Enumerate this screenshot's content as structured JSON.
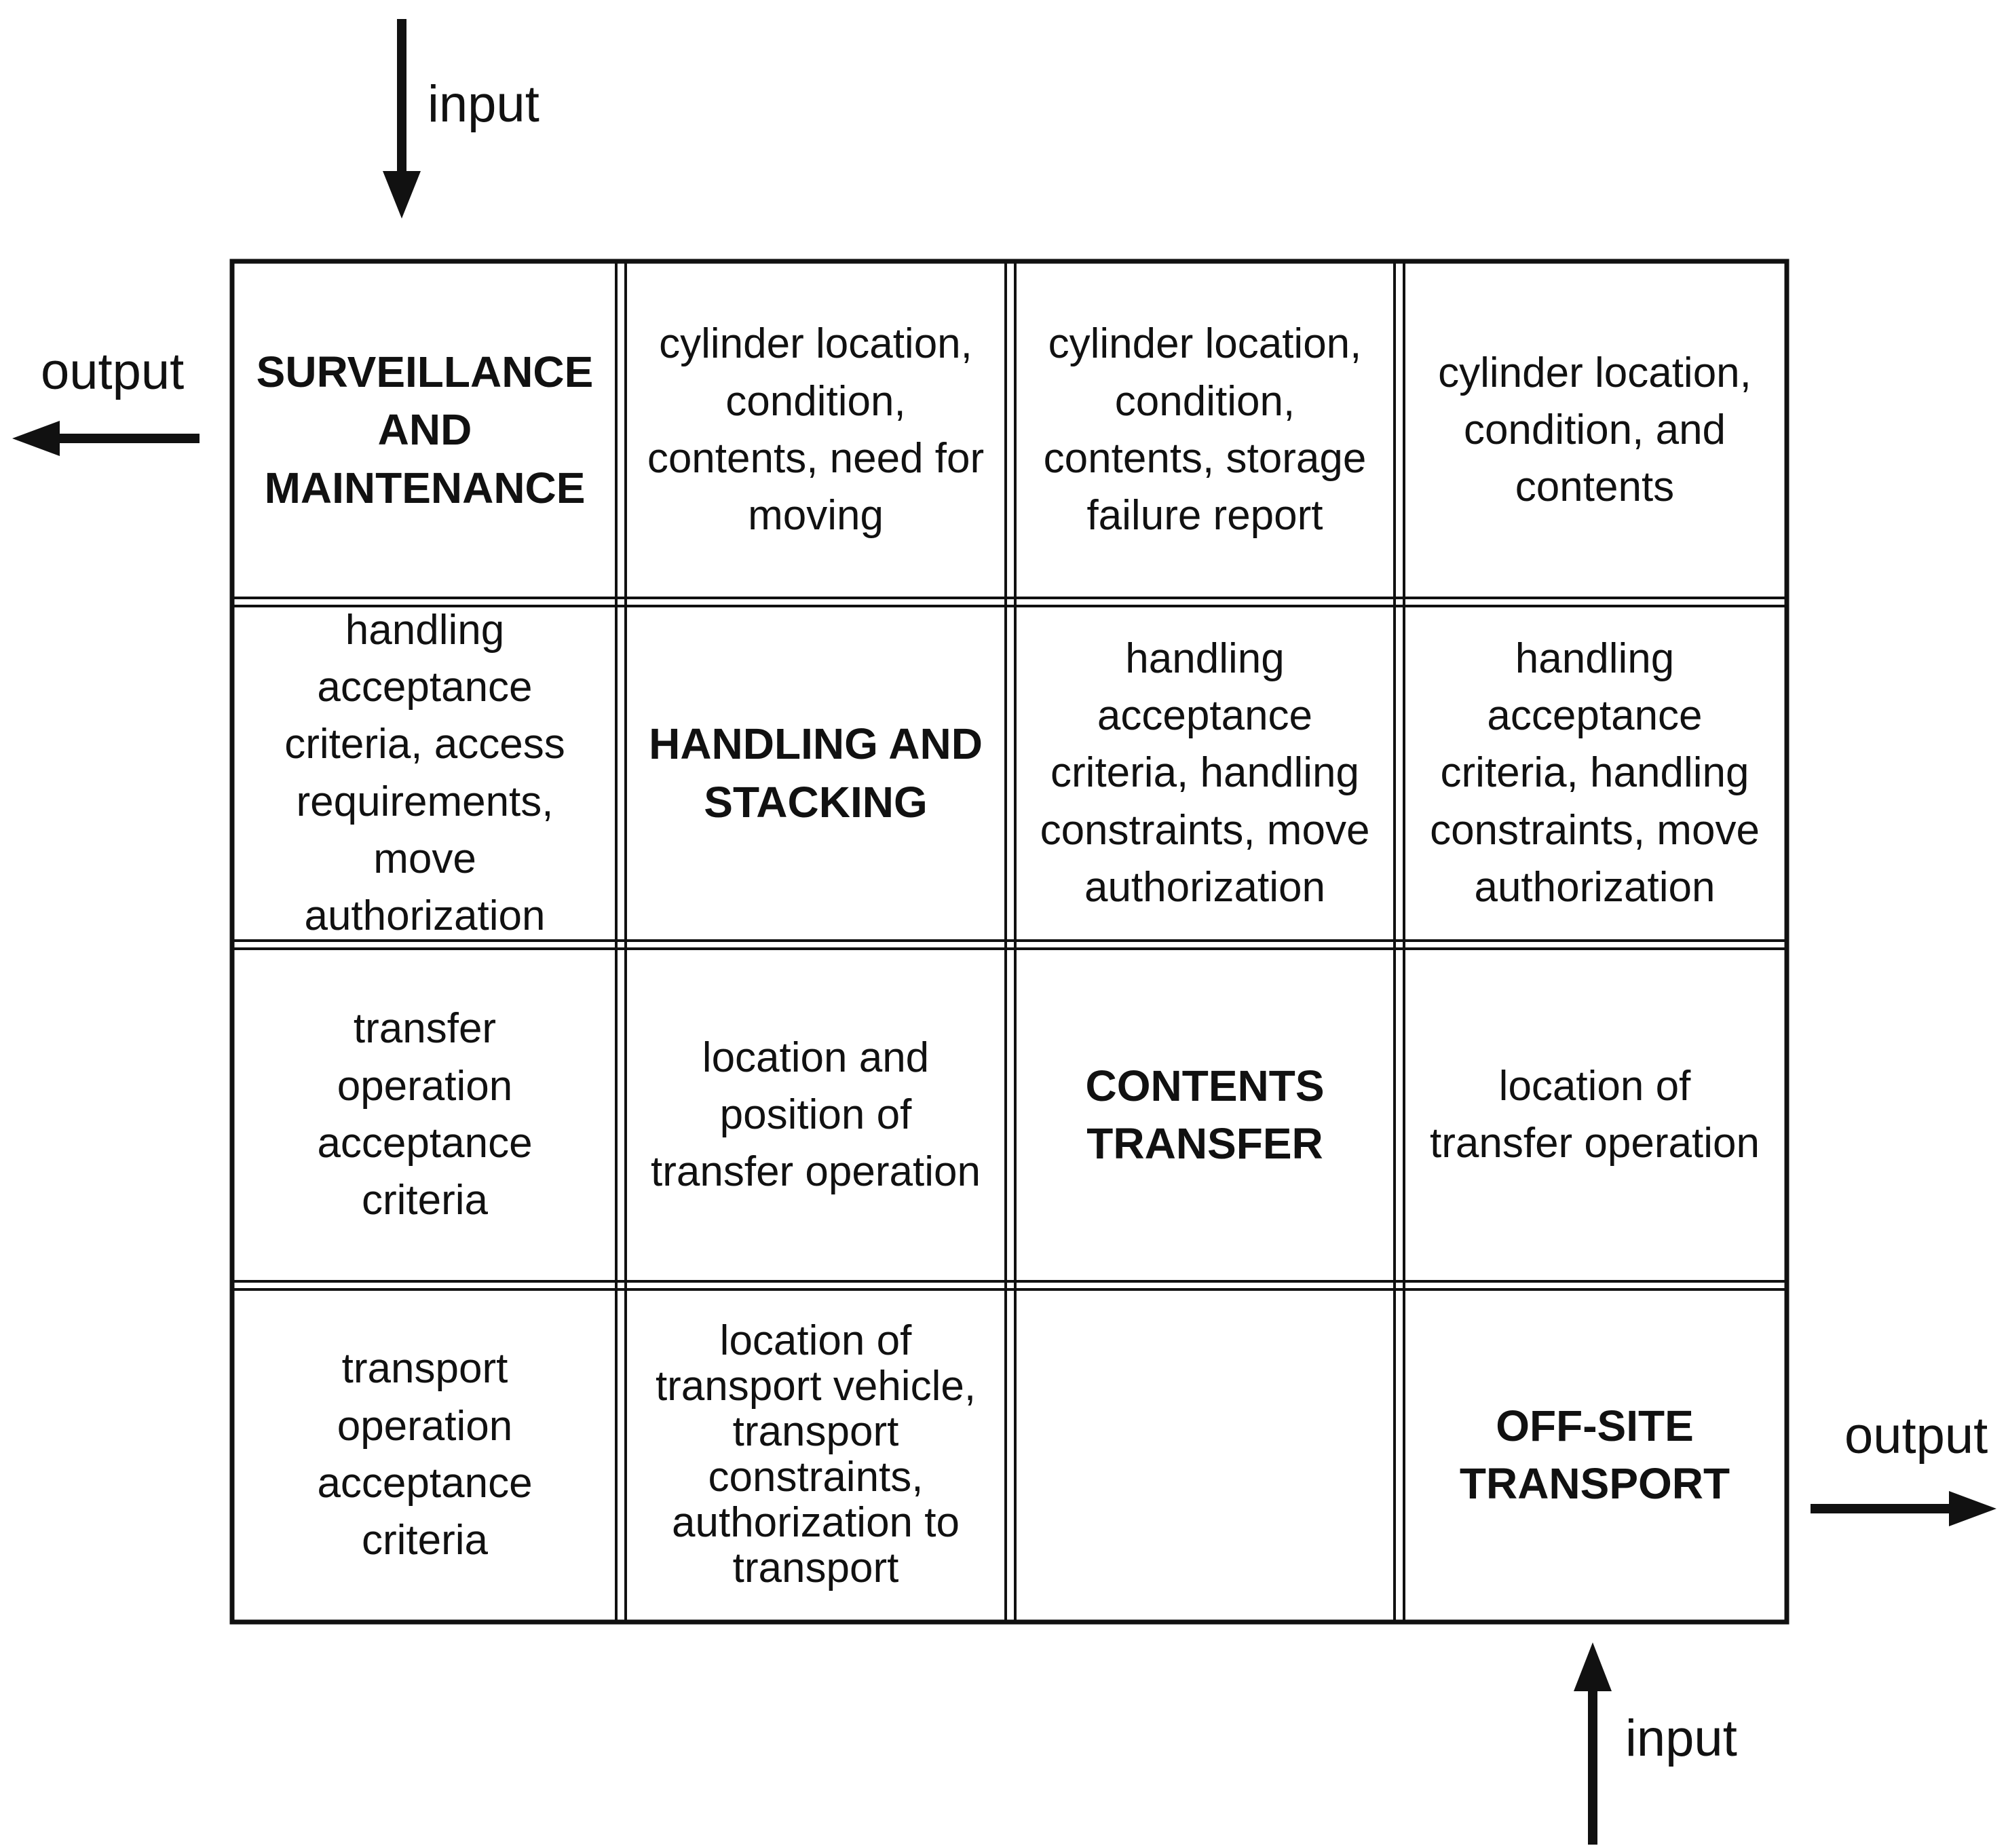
{
  "labels": {
    "input_top": "input",
    "output_left": "output",
    "output_right": "output",
    "input_bottom": "input"
  },
  "matrix": [
    [
      "SURVEILLANCE\nAND\nMAINTENANCE",
      "cylinder location,\ncondition,\ncontents, need for\nmoving",
      "cylinder location,\ncondition,\ncontents, storage\nfailure report",
      "cylinder location,\ncondition, and\ncontents"
    ],
    [
      "handling\nacceptance\ncriteria, access\nrequirements,\nmove\nauthorization",
      "HANDLING AND\nSTACKING",
      "handling\nacceptance\ncriteria, handling\nconstraints, move\nauthorization",
      "handling\nacceptance\ncriteria, handling\nconstraints, move\nauthorization"
    ],
    [
      "transfer\noperation\nacceptance\ncriteria",
      "location and\nposition of\ntransfer operation",
      "CONTENTS\nTRANSFER",
      "location of\ntransfer operation"
    ],
    [
      "transport\noperation\nacceptance\ncriteria",
      "location of\ntransport vehicle,\ntransport\nconstraints,\nauthorization to\ntransport",
      "",
      "OFF-SITE\nTRANSPORT"
    ]
  ]
}
